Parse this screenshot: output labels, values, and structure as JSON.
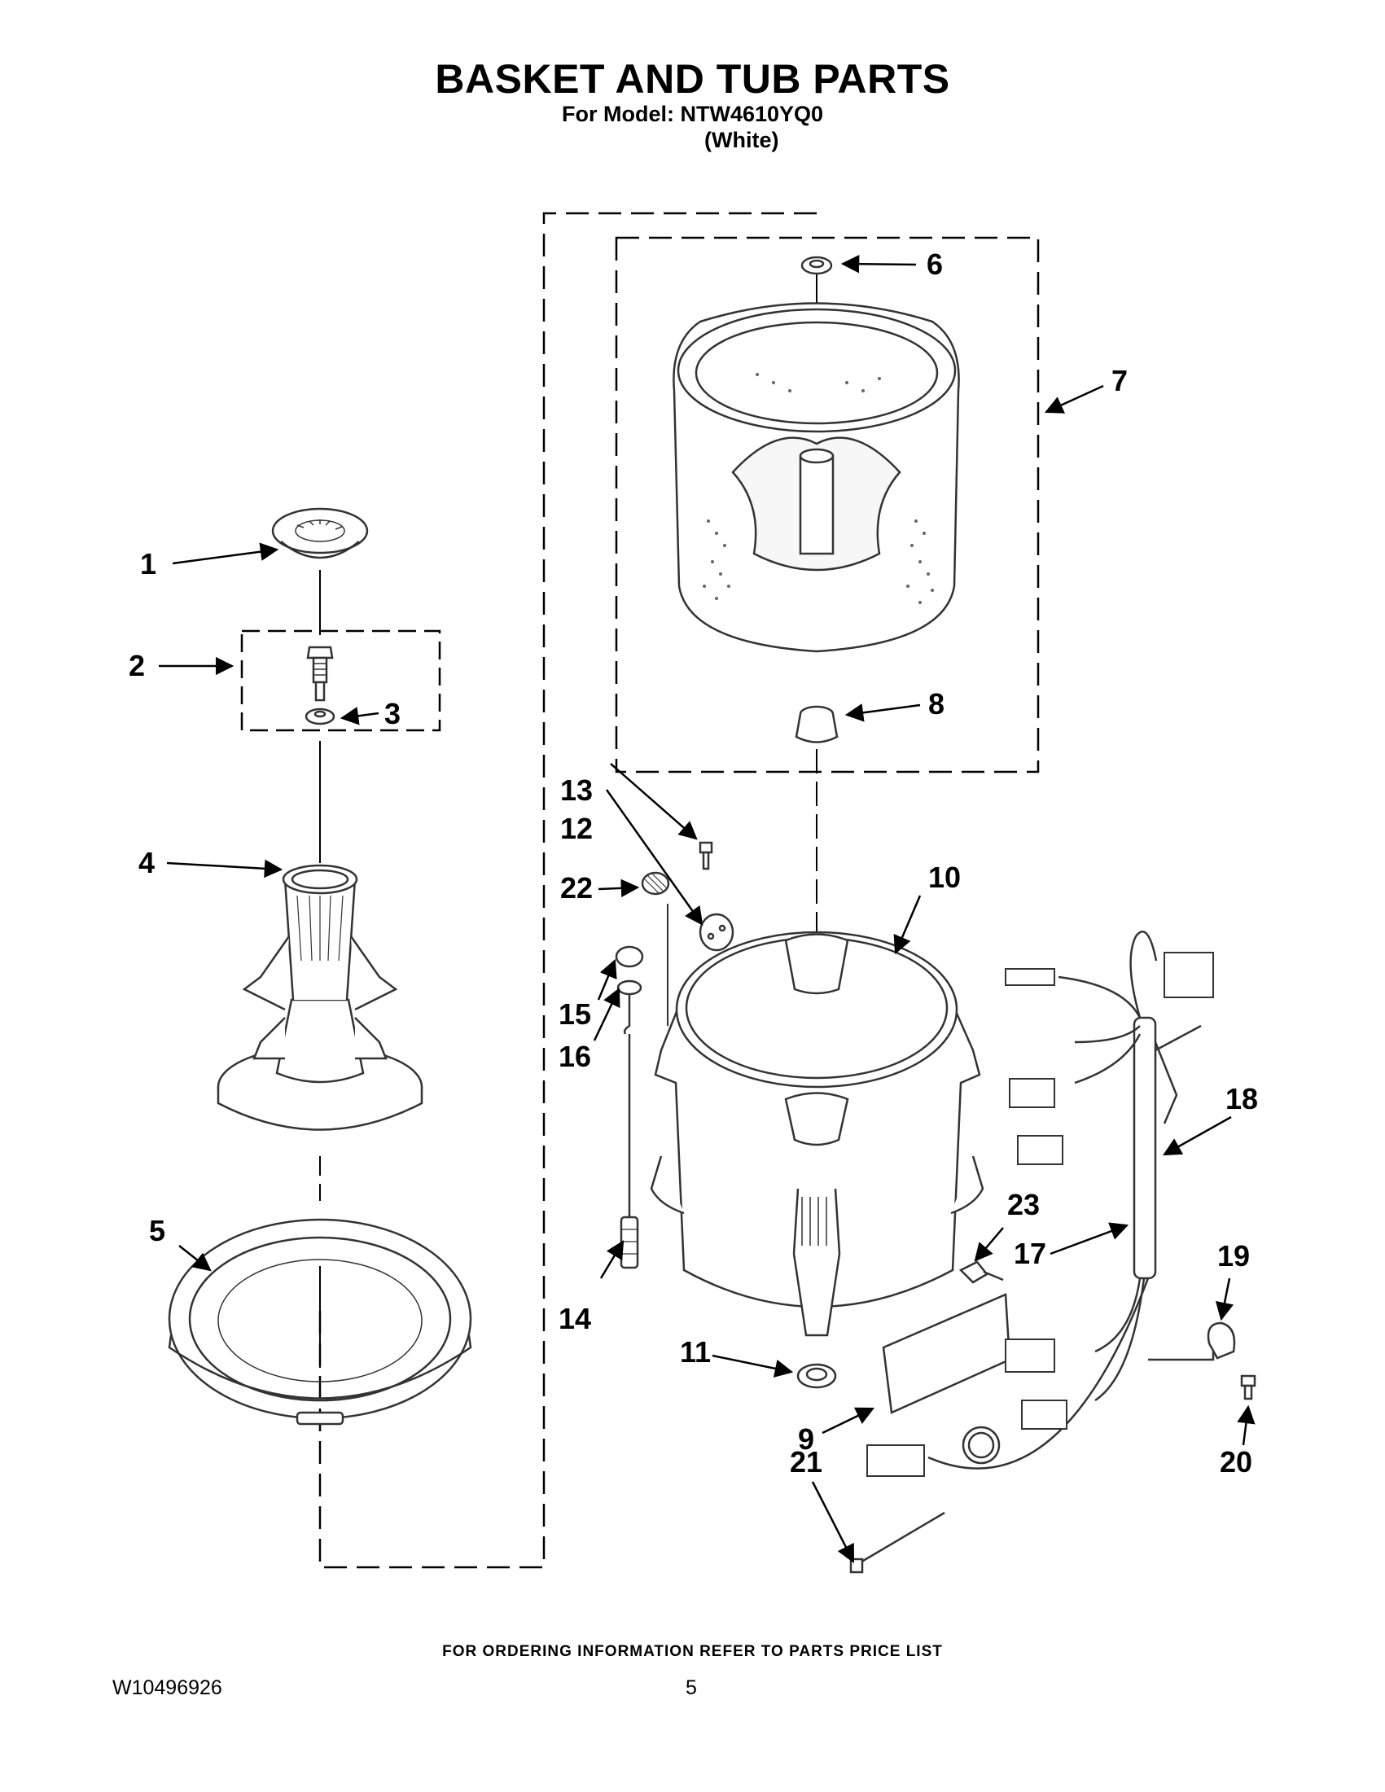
{
  "header": {
    "title": "BASKET AND TUB PARTS",
    "model_line": "For Model: NTW4610YQ0",
    "color_line": "(White)"
  },
  "footer": {
    "ordering_note": "FOR ORDERING INFORMATION REFER TO PARTS PRICE LIST",
    "document_number": "W10496926",
    "page_number": "5"
  },
  "callouts": {
    "p1": "1",
    "p2": "2",
    "p3": "3",
    "p4": "4",
    "p5": "5",
    "p6": "6",
    "p7": "7",
    "p8": "8",
    "p9": "9",
    "p10": "10",
    "p11": "11",
    "p12": "12",
    "p13": "13",
    "p14": "14",
    "p15": "15",
    "p16": "16",
    "p17": "17",
    "p18": "18",
    "p19": "19",
    "p20": "20",
    "p21": "21",
    "p22": "22",
    "p23": "23"
  },
  "colors": {
    "ink": "#000000",
    "part_line": "#333333",
    "background": "#ffffff"
  }
}
